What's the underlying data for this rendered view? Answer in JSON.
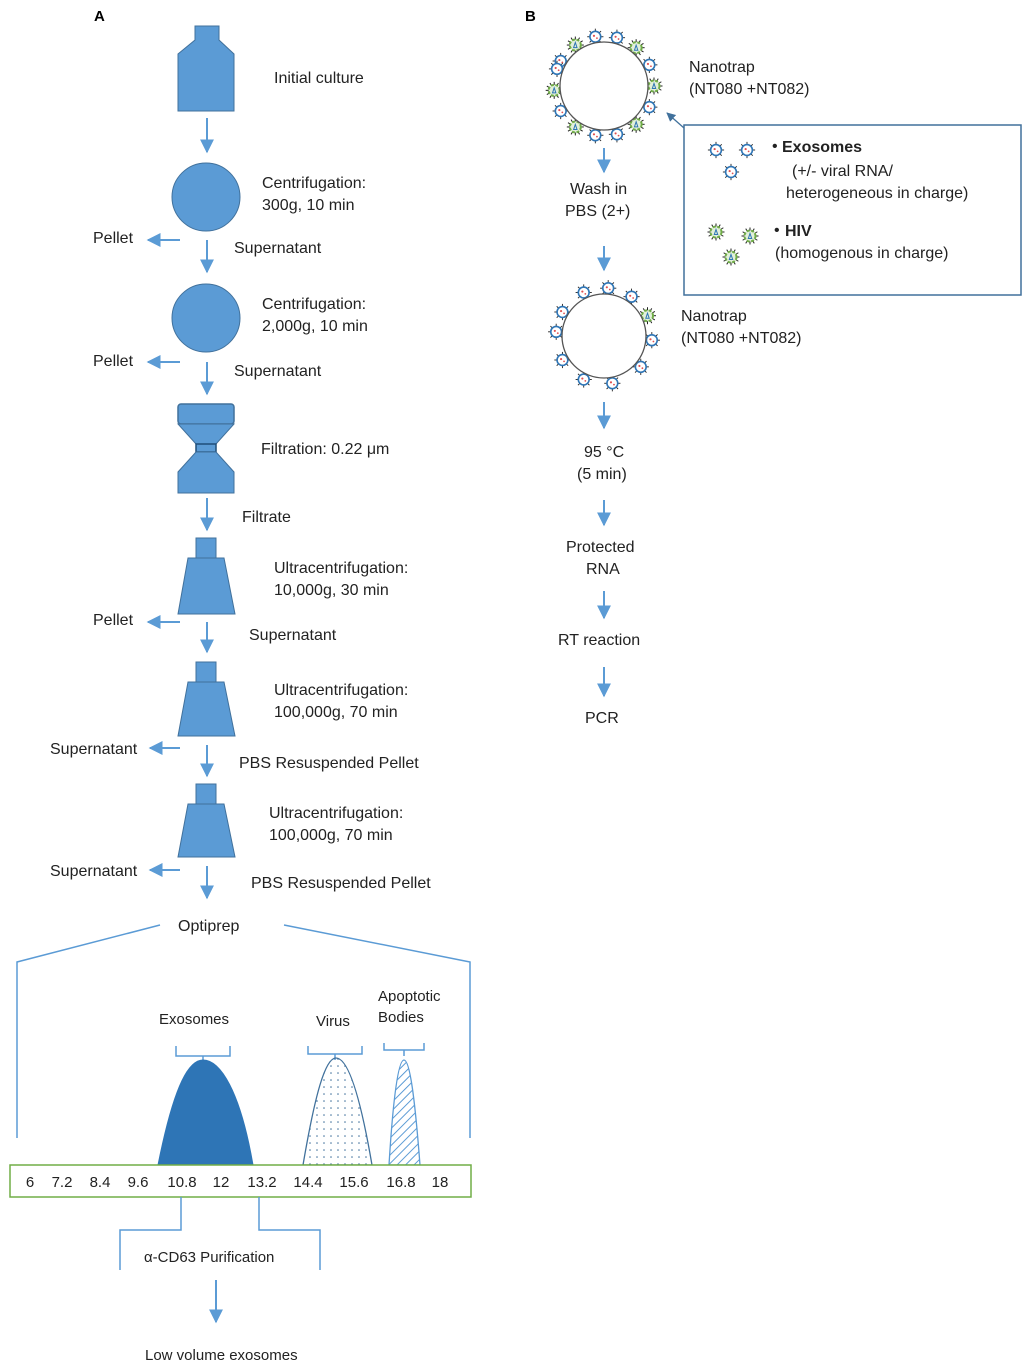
{
  "panel_a": {
    "label": "A",
    "initial_culture": "Initial  culture",
    "centrifugation1": {
      "line1": "Centrifugation:",
      "line2": "300g, 10 min"
    },
    "pellet1": "Pellet",
    "supernatant1": "Supernatant",
    "centrifugation2": {
      "line1": "Centrifugation:",
      "line2": "2,000g, 10 min"
    },
    "pellet2": "Pellet",
    "supernatant2": "Supernatant",
    "filtration": "Filtration:  0.22 μm",
    "filtrate": "Filtrate",
    "ultracentrifugation1": {
      "line1": "Ultracentrifugation:",
      "line2": "10,000g, 30 min"
    },
    "pellet3": "Pellet",
    "supernatant3": "Supernatant",
    "ultracentrifugation2": {
      "line1": "Ultracentrifugation:",
      "line2": "100,000g, 70 min"
    },
    "supernatant4": "Supernatant",
    "pbs_pellet1": "PBS  Resuspended Pellet",
    "ultracentrifugation3": {
      "line1": "Ultracentrifugation:",
      "line2": "100,000g, 70 min"
    },
    "supernatant5": "Supernatant",
    "pbs_pellet2": "PBS  Resuspended Pellet",
    "optiprep": "Optiprep",
    "exosomes": "Exosomes",
    "virus": "Virus",
    "apoptotic": {
      "line1": "Apoptotic",
      "line2": "Bodies"
    },
    "gradient_scale": [
      "6",
      "7.2",
      "8.4",
      "9.6",
      "10.8",
      "12",
      "13.2",
      "14.4",
      "15.6",
      "16.8",
      "18"
    ],
    "cd63": "α-CD63 Purification",
    "low_volume": "Low volume exosomes"
  },
  "panel_b": {
    "label": "B",
    "nanotrap1": {
      "line1": "Nanotrap",
      "line2": "(NT080 +NT082)"
    },
    "wash": {
      "line1": "Wash in",
      "line2": "PBS (2+)"
    },
    "nanotrap2": {
      "line1": "Nanotrap",
      "line2": "(NT080 +NT082)"
    },
    "heat": {
      "line1": "95 °C",
      "line2": "(5 min)"
    },
    "protected": {
      "line1": "Protected",
      "line2": "RNA"
    },
    "rt": "RT reaction",
    "pcr": "PCR",
    "legend": {
      "exosomes_title": "Exosomes",
      "exosomes_line1": "(+/- viral RNA/",
      "exosomes_line2": "heterogeneous in charge)",
      "hiv_title": "HIV",
      "hiv_line1": "(homogenous in charge)"
    }
  },
  "colors": {
    "shape_fill": "#5b9bd5",
    "shape_stroke": "#41719c",
    "arrow": "#5b9bd5",
    "exosome_peak": "#2e75b6",
    "gradient_box": "#70ad47",
    "hiv_green": "#70ad47"
  }
}
